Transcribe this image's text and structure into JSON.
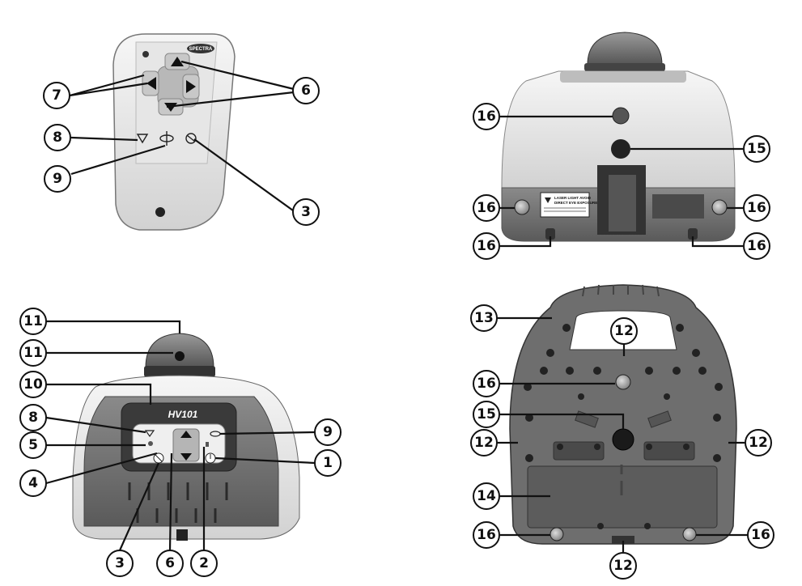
{
  "remote": {
    "brand": "SPECTRA",
    "callouts": {
      "c7": "7",
      "c6": "6",
      "c8": "8",
      "c9": "9",
      "c3": "3"
    }
  },
  "front_view": {
    "warning_label_lines": [
      "LASER LIGHT AVOID",
      "DIRECT EYE EXPOSURE"
    ],
    "callouts": {
      "c16a": "16",
      "c15": "15",
      "c16b": "16",
      "c16c": "16",
      "c16d": "16",
      "c16e": "16"
    }
  },
  "laser_view": {
    "model": "HV101",
    "callouts": {
      "c11a": "11",
      "c11b": "11",
      "c10": "10",
      "c8": "8",
      "c5": "5",
      "c4": "4",
      "c9": "9",
      "c1": "1",
      "c3": "3",
      "c6": "6",
      "c2": "2"
    }
  },
  "bottom_view": {
    "callouts": {
      "c13": "13",
      "c12a": "12",
      "c16a": "16",
      "c15": "15",
      "c12b": "12",
      "c12c": "12",
      "c14": "14",
      "c16b": "16",
      "c16c": "16",
      "c12d": "12"
    }
  }
}
